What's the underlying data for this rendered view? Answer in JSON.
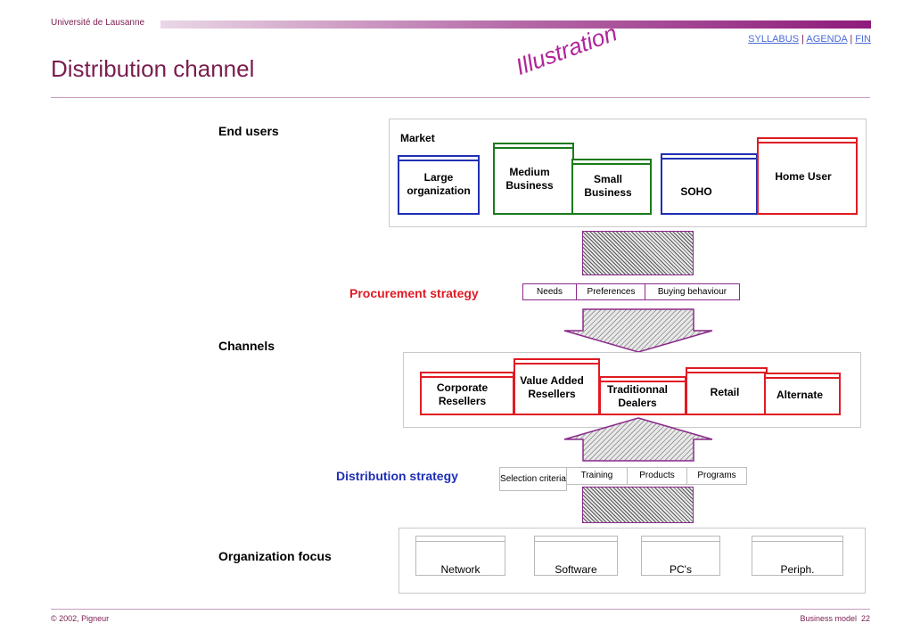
{
  "header": {
    "university": "Université de Lausanne",
    "nav": {
      "syllabus": "SYLLABUS",
      "sep1": " | ",
      "agenda": "AGENDA",
      "sep2": " | ",
      "fin": "FIN"
    },
    "title": "Distribution channel",
    "illustration": "Illustration"
  },
  "sections": {
    "end_users": "End users",
    "procurement": "Procurement strategy",
    "channels": "Channels",
    "distribution": "Distribution strategy",
    "org_focus": "Organization focus"
  },
  "market": {
    "label": "Market",
    "segments": [
      {
        "name": "Large organization",
        "color": "#1f2fb5"
      },
      {
        "name": "Medium Business",
        "color": "#1b7a1b"
      },
      {
        "name": "Small Business",
        "color": "#1b7a1b"
      },
      {
        "name": "SOHO",
        "color": "#1f2fb5"
      },
      {
        "name": "Home User",
        "color": "#e01b24"
      }
    ]
  },
  "procurement_criteria": [
    "Needs",
    "Preferences",
    "Buying behaviour"
  ],
  "channels": [
    "Corporate Resellers",
    "Value Added Resellers",
    "Traditionnal Dealers",
    "Retail",
    "Alternate"
  ],
  "distribution_criteria": [
    "Selection criteria",
    "Training",
    "Products",
    "Programs"
  ],
  "organization_focus": [
    "Network",
    "Software",
    "PC's",
    "Periph."
  ],
  "footer": {
    "copyright": "© 2002, Pigneur",
    "page": "Business model  22"
  },
  "colors": {
    "brand": "#7a1d4e",
    "procurement": "#e01b24",
    "distribution": "#1f2fb5",
    "arrow_border": "#8a2a8a"
  }
}
